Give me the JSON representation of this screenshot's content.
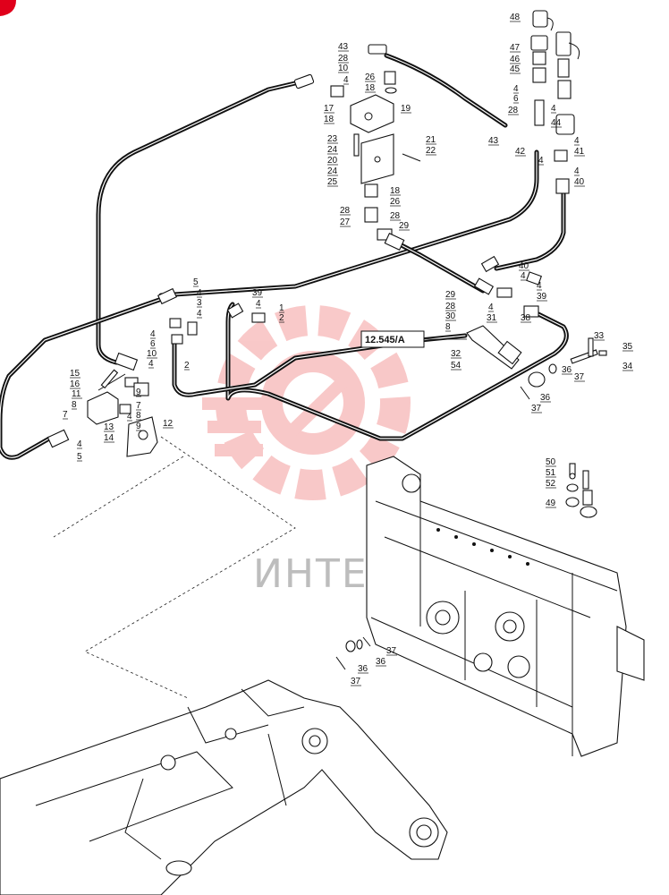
{
  "watermark": {
    "text": "ИНТЕХ",
    "color": "#e83c3c"
  },
  "reference": {
    "text": "12.545/A"
  },
  "corner_badge_color": "#e0001b",
  "callouts": [
    {
      "n": "48"
    },
    {
      "n": "47"
    },
    {
      "n": "46"
    },
    {
      "n": "45"
    },
    {
      "n": "43"
    },
    {
      "n": "28"
    },
    {
      "n": "10"
    },
    {
      "n": "4"
    },
    {
      "n": "26"
    },
    {
      "n": "18"
    },
    {
      "n": "17"
    },
    {
      "n": "18"
    },
    {
      "n": "19"
    },
    {
      "n": "4"
    },
    {
      "n": "6"
    },
    {
      "n": "28"
    },
    {
      "n": "4"
    },
    {
      "n": "44"
    },
    {
      "n": "43"
    },
    {
      "n": "42"
    },
    {
      "n": "4"
    },
    {
      "n": "4"
    },
    {
      "n": "41"
    },
    {
      "n": "4"
    },
    {
      "n": "40"
    },
    {
      "n": "23"
    },
    {
      "n": "24"
    },
    {
      "n": "20"
    },
    {
      "n": "24"
    },
    {
      "n": "25"
    },
    {
      "n": "21"
    },
    {
      "n": "22"
    },
    {
      "n": "18"
    },
    {
      "n": "26"
    },
    {
      "n": "28"
    },
    {
      "n": "27"
    },
    {
      "n": "28"
    },
    {
      "n": "29"
    },
    {
      "n": "40"
    },
    {
      "n": "4"
    },
    {
      "n": "4"
    },
    {
      "n": "39"
    },
    {
      "n": "29"
    },
    {
      "n": "28"
    },
    {
      "n": "4"
    },
    {
      "n": "30"
    },
    {
      "n": "31"
    },
    {
      "n": "8"
    },
    {
      "n": "38"
    },
    {
      "n": "5"
    },
    {
      "n": "4"
    },
    {
      "n": "3"
    },
    {
      "n": "4"
    },
    {
      "n": "39"
    },
    {
      "n": "4"
    },
    {
      "n": "1"
    },
    {
      "n": "2"
    },
    {
      "n": "4"
    },
    {
      "n": "6"
    },
    {
      "n": "10"
    },
    {
      "n": "4"
    },
    {
      "n": "2"
    },
    {
      "n": "33"
    },
    {
      "n": "35"
    },
    {
      "n": "34"
    },
    {
      "n": "32"
    },
    {
      "n": "54"
    },
    {
      "n": "37"
    },
    {
      "n": "36"
    },
    {
      "n": "36"
    },
    {
      "n": "37"
    },
    {
      "n": "15"
    },
    {
      "n": "16"
    },
    {
      "n": "11"
    },
    {
      "n": "8"
    },
    {
      "n": "7"
    },
    {
      "n": "9"
    },
    {
      "n": "7"
    },
    {
      "n": "4"
    },
    {
      "n": "8"
    },
    {
      "n": "9"
    },
    {
      "n": "13"
    },
    {
      "n": "14"
    },
    {
      "n": "12"
    },
    {
      "n": "4"
    },
    {
      "n": "5"
    },
    {
      "n": "50"
    },
    {
      "n": "51"
    },
    {
      "n": "52"
    },
    {
      "n": "49"
    },
    {
      "n": "37"
    },
    {
      "n": "36"
    },
    {
      "n": "36"
    },
    {
      "n": "37"
    }
  ]
}
